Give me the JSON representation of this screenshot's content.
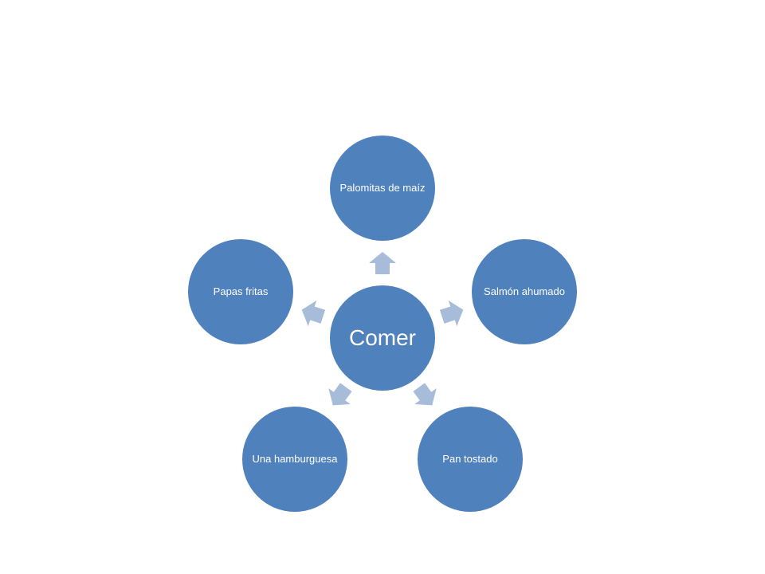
{
  "center": {
    "label": "Comer"
  },
  "items": [
    {
      "label": "Palomitas de maíz"
    },
    {
      "label": "Salmón ahumado"
    },
    {
      "label": "Pan tostado"
    },
    {
      "label": "Una hamburguesa"
    },
    {
      "label": "Papas fritas"
    }
  ],
  "colors": {
    "node_fill": "#4f81bd",
    "arrow_fill": "#a7bcd9",
    "text": "#ffffff",
    "background": "#ffffff"
  }
}
